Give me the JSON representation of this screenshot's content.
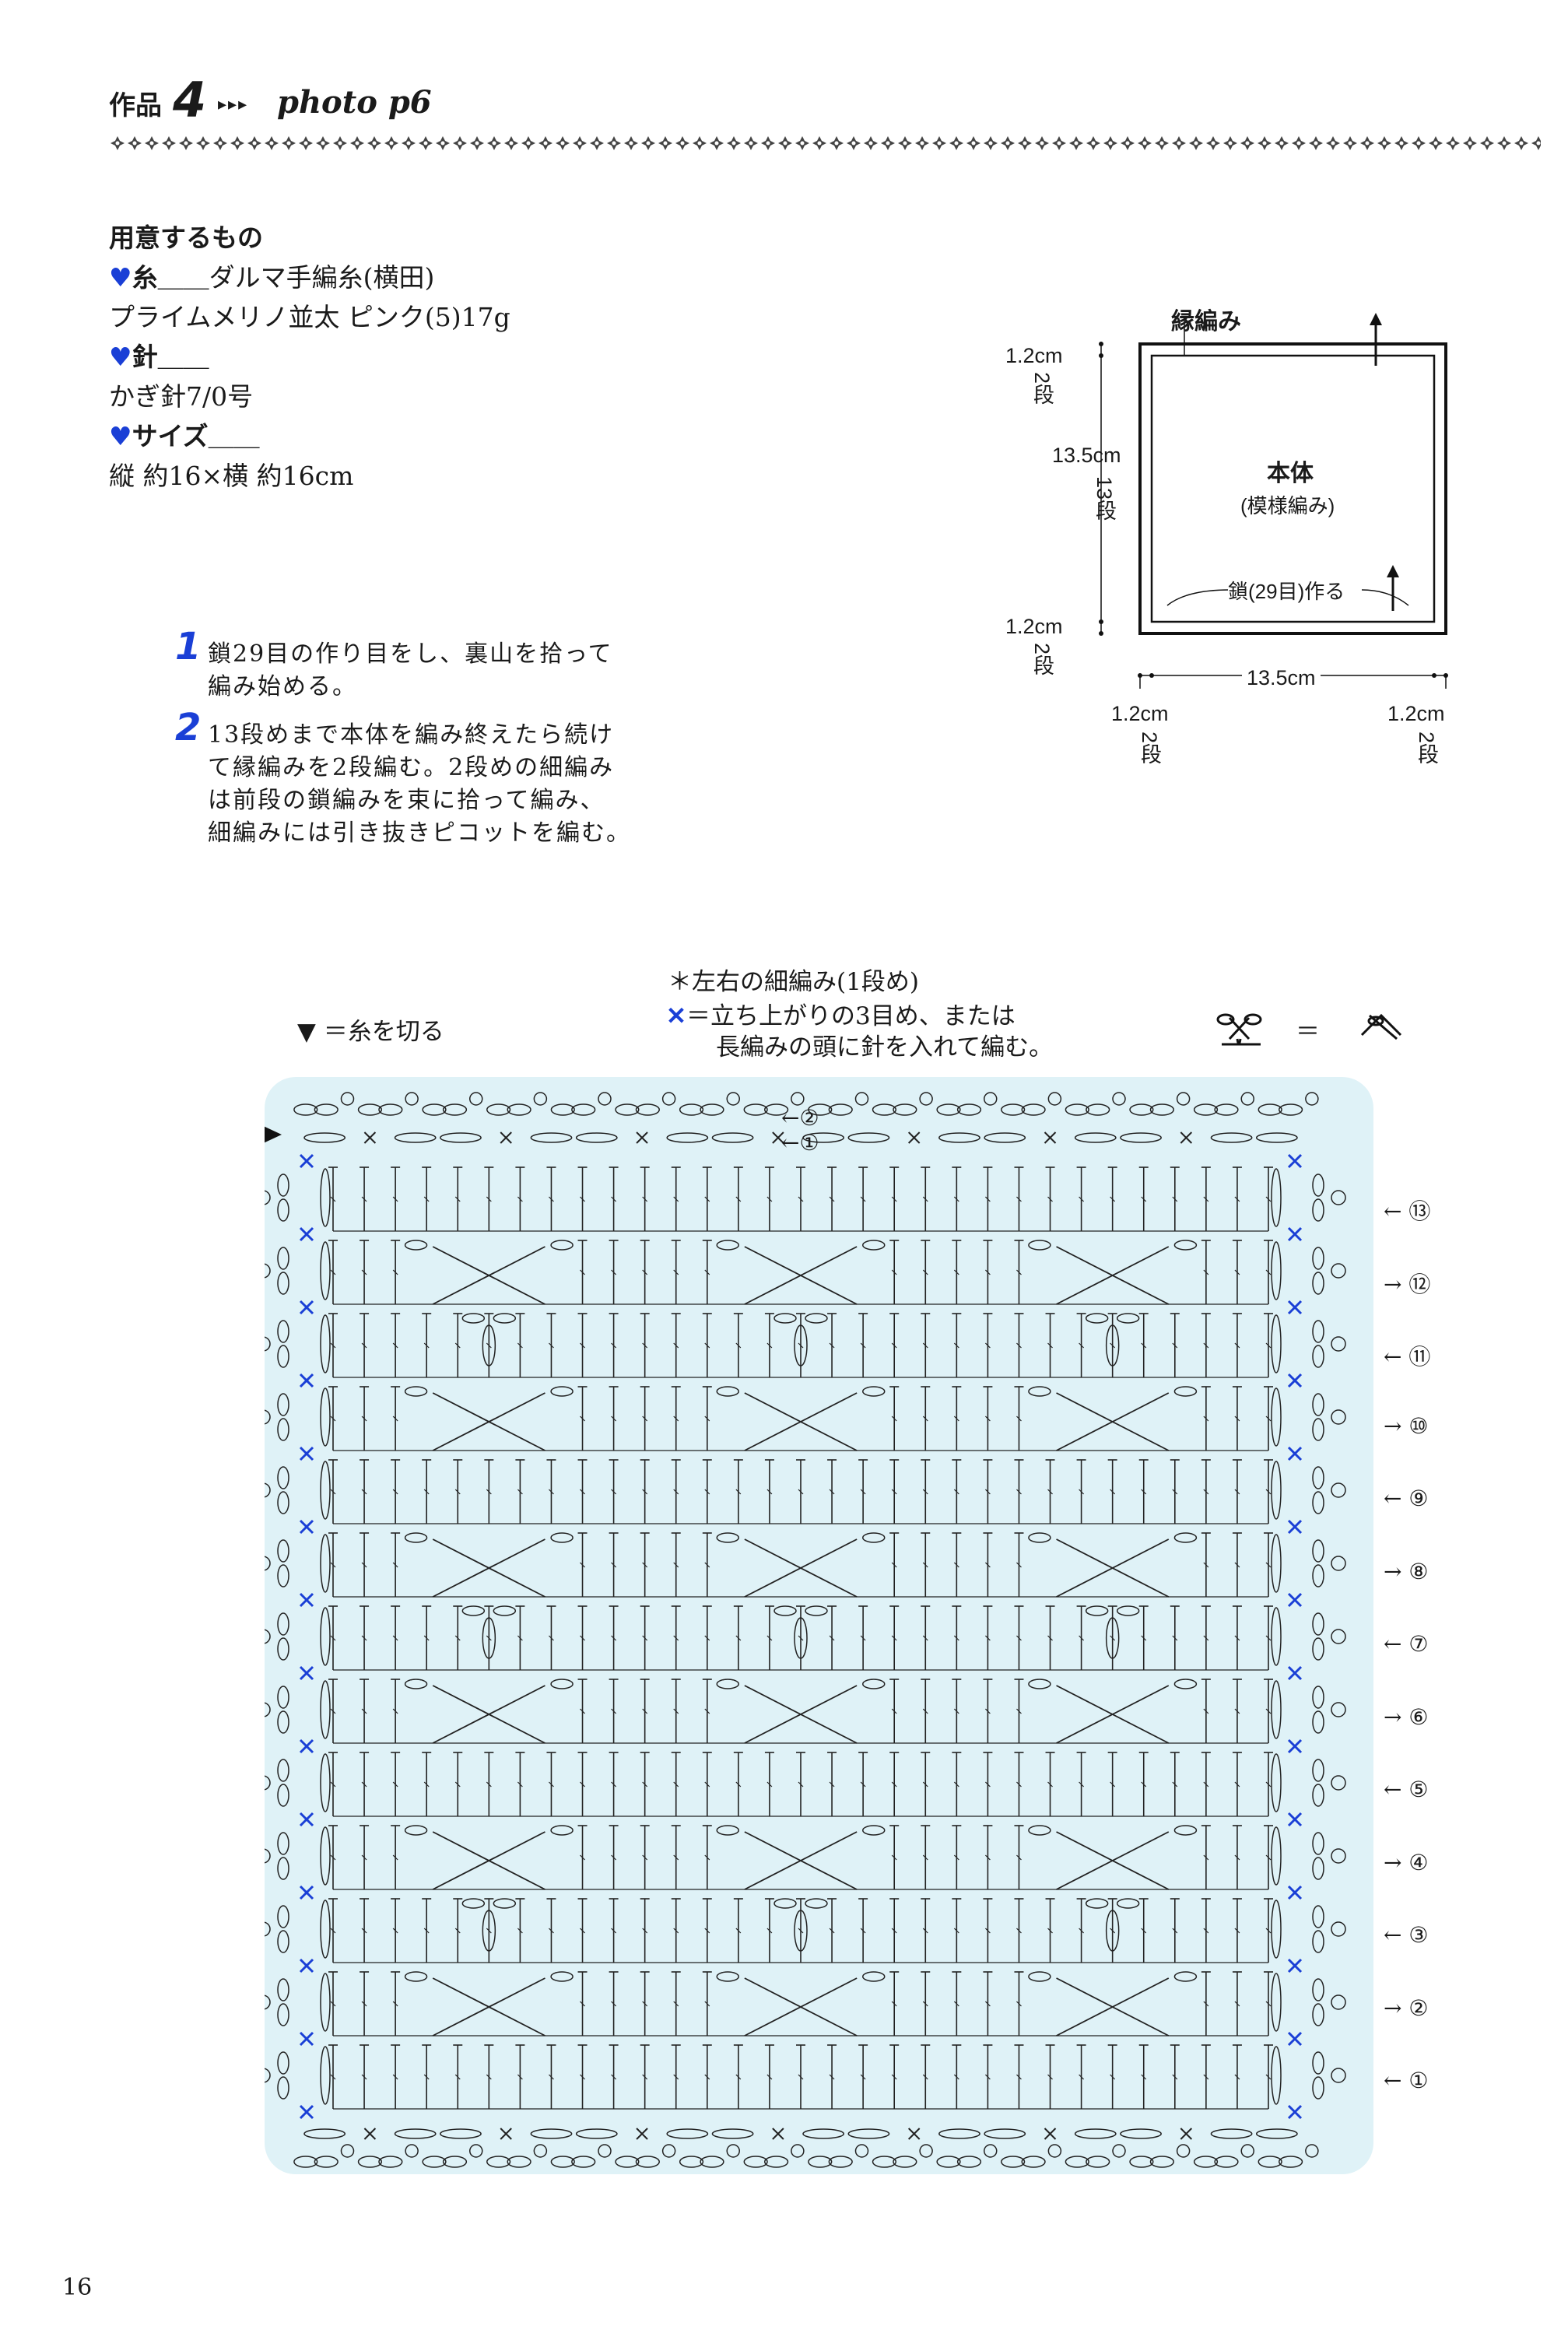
{
  "header": {
    "label": "作品",
    "number": "4",
    "arrows": "▸▸▸",
    "photo": "photo p6"
  },
  "materials": {
    "title": "用意するもの",
    "heart": "♥",
    "yarn_head": "糸",
    "yarn_brand": "ダルマ手編糸(横田)",
    "yarn_detail": "プライムメリノ並太 ピンク(5)17g",
    "needle_head": "針",
    "needle_detail": "かぎ針7/0号",
    "size_head": "サイズ",
    "size_detail": "縦 約16×横 約16cm"
  },
  "steps": [
    {
      "num": "1",
      "lines": [
        "鎖29目の作り目をし、裏山を拾って",
        "編み始める。"
      ]
    },
    {
      "num": "2",
      "lines": [
        "13段めまで本体を編み終えたら続け",
        "て縁編みを2段編む。2段めの細編み",
        "は前段の鎖編みを束に拾って編み、",
        "細編みには引き抜きピコットを編む。"
      ]
    }
  ],
  "schematic": {
    "edge_label": "縁編み",
    "body_label": "本体",
    "body_sub": "(模様編み)",
    "chain_label": "鎖(29目)作る",
    "dim_top": "1.2cm",
    "dim_top_rows": "2段",
    "dim_mid": "13.5cm",
    "dim_mid_rows": "13段",
    "dim_bot": "1.2cm",
    "dim_bot_rows": "2段",
    "dim_width": "13.5cm",
    "dim_left": "1.2cm",
    "dim_left_rows": "2段",
    "dim_right": "1.2cm",
    "dim_right_rows": "2段"
  },
  "legend": {
    "cut": "▼ ＝糸を切る",
    "note_title": "＊左右の細編み(1段め)",
    "note_x": "✕",
    "note_line1": "＝立ち上がりの3目め、または",
    "note_line2": "長編みの頭に針を入れて編む。",
    "picot_eq": "＝"
  },
  "chart": {
    "edge_rows": [
      "②",
      "①"
    ],
    "rows": [
      "⑬",
      "⑫",
      "⑪",
      "⑩",
      "⑨",
      "⑧",
      "⑦",
      "⑥",
      "⑤",
      "④",
      "③",
      "②",
      "①"
    ],
    "colors": {
      "accent": "#1a3fd6",
      "chart_bg": "#dff2f7",
      "line": "#1a1a1a"
    }
  },
  "page_number": "16"
}
